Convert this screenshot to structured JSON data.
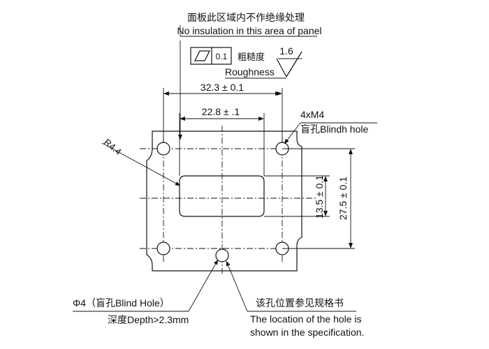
{
  "notes": {
    "no_insulation_cn": "面板此区域内不作绝缘处理",
    "no_insulation_en": "No insulation in this area of panel",
    "flatness_value": "0.1",
    "roughness_cn": "粗糙度",
    "roughness_en": "Roughness",
    "roughness_value": "1.6",
    "thread_spec": "4xM4",
    "blind_hole_1": "盲孔Blindh hole",
    "radius": "R4.4",
    "center_hole_dia": "Φ4（盲孔Blind Hole）",
    "center_hole_depth": "深度Depth>2.3mm",
    "location_cn": "该孔位置参见规格书",
    "location_en_1": "The location of the hole is",
    "location_en_2": "shown in the specification."
  },
  "dimensions": {
    "hole_spacing_h": "32.3 ± 0.1",
    "window_width": "22.8 ± .1",
    "window_height": "13.5 ± 0.1",
    "hole_spacing_v": "27.5 ± 0.1"
  }
}
